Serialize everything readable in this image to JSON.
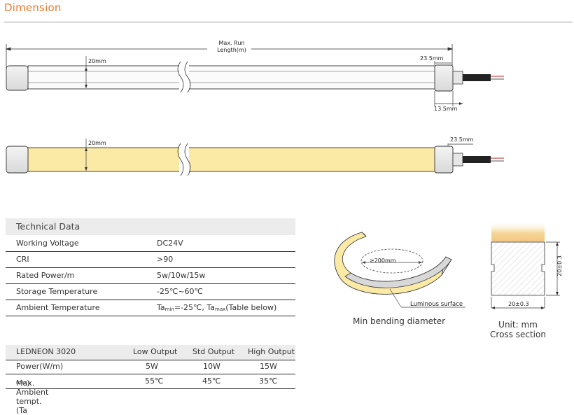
{
  "heading": "Dimension",
  "drawing": {
    "max_run_label": "Max. Run",
    "length_label": "Length(m)",
    "height_20mm": "20mm",
    "width_23_5mm": "23.5mm",
    "width_13_5mm": "13.5mm"
  },
  "tech": {
    "title": "Technical Data",
    "rows": [
      {
        "label": "Working Voltage",
        "value": "DC24V"
      },
      {
        "label": "CRI",
        "value": ">90"
      },
      {
        "label": "Rated Power/m",
        "value": "5w/10w/15w"
      },
      {
        "label": "Storage Temperature",
        "value": "-25℃~60℃"
      },
      {
        "label": "Ambient Temperature",
        "value_parts": [
          "Ta",
          "min",
          "=-25℃, Ta",
          "max",
          "(Table below)"
        ]
      }
    ]
  },
  "output_table": {
    "headers": [
      "LEDNEON 3020",
      "Low Output",
      "Std Output",
      "High Output"
    ],
    "rows": [
      {
        "label": "Power(W/m)",
        "values": [
          "5W",
          "10W",
          "15W"
        ]
      },
      {
        "label_parts": [
          "Max. Ambient tempt.(Ta",
          "max",
          ")"
        ],
        "values": [
          "55℃",
          "45℃",
          "35℃"
        ]
      }
    ]
  },
  "bending": {
    "diameter_label": "≥200mm",
    "surface_label": "Luminous surface",
    "caption": "Min bending diameter"
  },
  "cross_section": {
    "width_label": "20±0.3",
    "height_label": "20±0.3",
    "unit_label": "Unit: mm",
    "caption": "Cross section"
  },
  "colors": {
    "accent": "#e8772e",
    "lit_strip": "#fbeaa6",
    "glow": "#f6d79a"
  }
}
